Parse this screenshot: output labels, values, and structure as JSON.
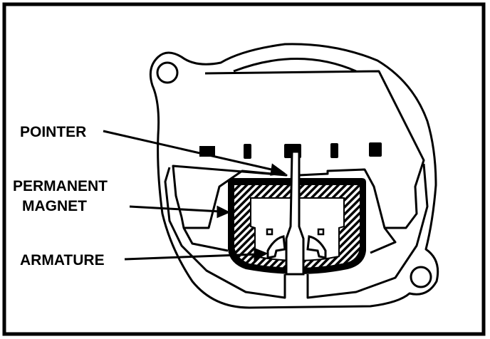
{
  "labels": {
    "pointer": "POINTER",
    "permanent": "PERMANENT",
    "magnet": "MAGNET",
    "armature": "ARMATURE"
  },
  "colors": {
    "ink": "#000000",
    "paper": "#ffffff"
  }
}
